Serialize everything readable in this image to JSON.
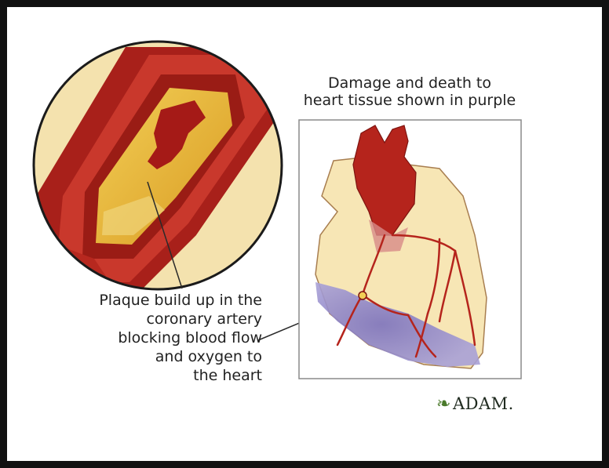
{
  "labels": {
    "damage_line1": "Damage and death to",
    "damage_line2": "heart tissue shown in purple",
    "plaque_line1": "Plaque build up in the",
    "plaque_line2": "coronary artery",
    "plaque_line3": "blocking blood flow",
    "plaque_line4": "and oxygen to",
    "plaque_line5": "the heart"
  },
  "logo": {
    "text": "ADAM.",
    "icon": "leaf-icon"
  },
  "colors": {
    "artery_red": "#b5241c",
    "artery_dark": "#7e1410",
    "plaque_yellow": "#e6b63c",
    "tissue_cream": "#f7e6b5",
    "damage_purple": "#8e86c6",
    "frame_black": "#111111"
  }
}
